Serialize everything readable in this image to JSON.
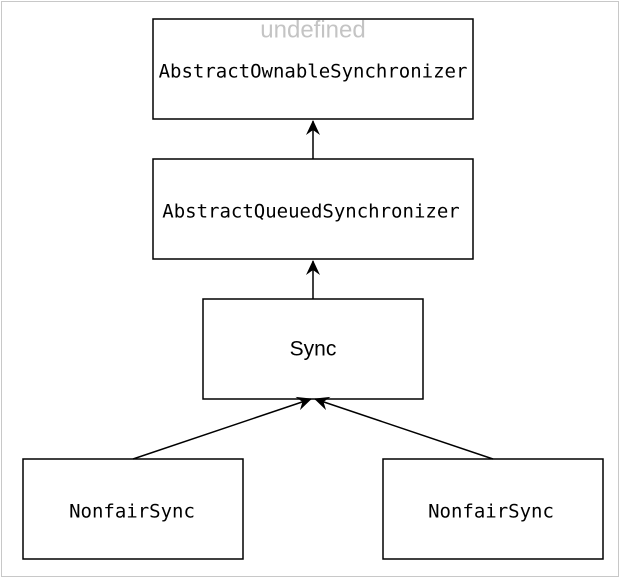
{
  "diagram": {
    "ghost_label": "undefined",
    "nodes": {
      "aos": "AbstractOwnableSynchronizer",
      "aqs": "AbstractQueuedSynchronizer",
      "sync": "Sync",
      "left": "NonfairSync",
      "right": "NonfairSync"
    },
    "edges": [
      {
        "from": "aqs",
        "to": "aos"
      },
      {
        "from": "sync",
        "to": "aqs"
      },
      {
        "from": "left",
        "to": "sync"
      },
      {
        "from": "right",
        "to": "sync"
      }
    ]
  }
}
